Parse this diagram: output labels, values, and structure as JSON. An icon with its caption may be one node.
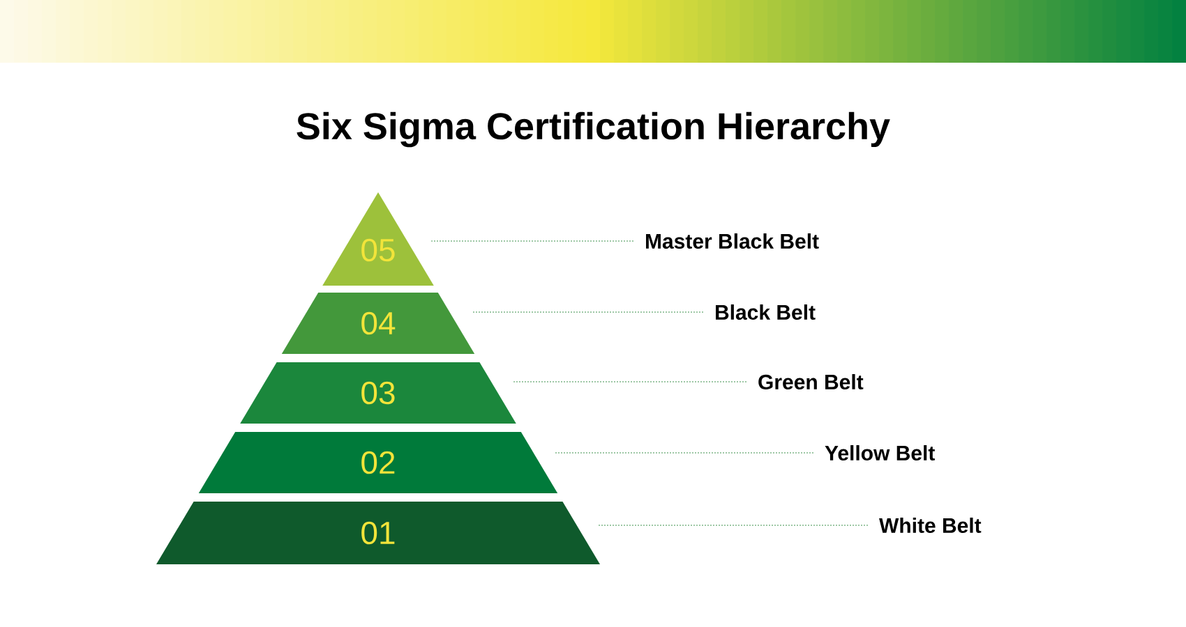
{
  "diagram": {
    "title": "Six Sigma Certification Hierarchy",
    "nodes": [
      {
        "text": [
          "05"
        ]
      },
      {
        "text": [
          "04"
        ]
      },
      {
        "text": [
          "03"
        ]
      },
      {
        "text": [
          "02"
        ]
      },
      {
        "text": [
          "01"
        ]
      },
      {
        "text": [
          "Master Black Belt"
        ]
      },
      {
        "text": [
          "Black Belt"
        ]
      },
      {
        "text": [
          "Green Belt"
        ]
      },
      {
        "text": [
          "Yellow Belt"
        ]
      },
      {
        "text": [
          "White Belt"
        ]
      }
    ],
    "edges": [
      {
        "from": 5,
        "to": 0,
        "arrow": "none",
        "style": "dashed"
      },
      {
        "from": 6,
        "to": 1,
        "arrow": "none",
        "style": "dashed"
      },
      {
        "from": 7,
        "to": 2,
        "arrow": "none",
        "style": "dashed"
      },
      {
        "from": 8,
        "to": 3,
        "arrow": "none",
        "style": "dashed"
      },
      {
        "from": 9,
        "to": 4,
        "arrow": "none",
        "style": "dashed"
      }
    ]
  }
}
